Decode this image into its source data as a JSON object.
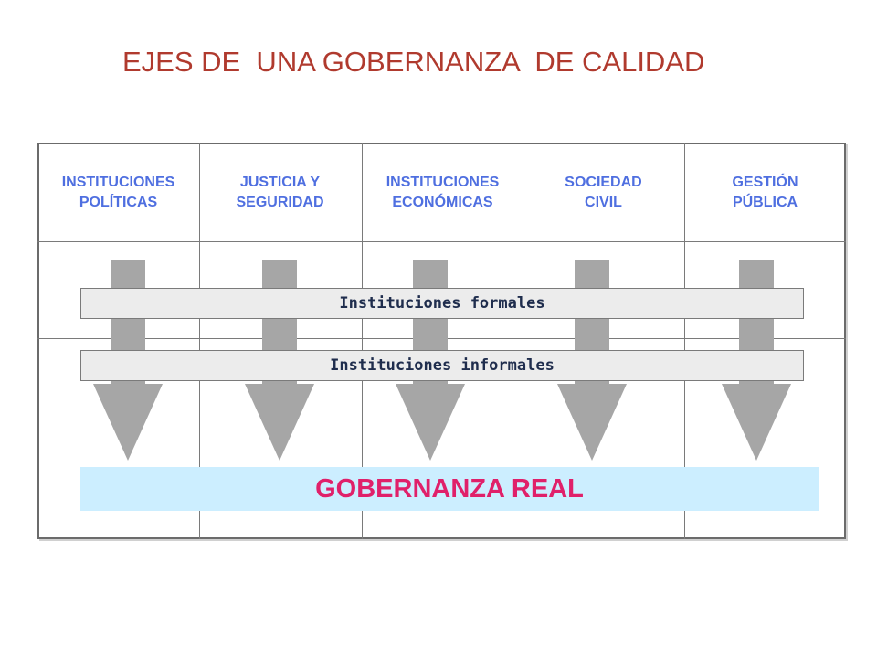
{
  "title": "EJES DE  UNA GOBERNANZA  DE CALIDAD",
  "columns": [
    {
      "label": "INSTITUCIONES\nPOLÍTICAS"
    },
    {
      "label": "JUSTICIA Y\nSEGURIDAD"
    },
    {
      "label": "INSTITUCIONES\nECONÓMICAS"
    },
    {
      "label": "SOCIEDAD\nCIVIL"
    },
    {
      "label": "GESTIÓN\nPÚBLICA"
    }
  ],
  "bands": {
    "formal": "Instituciones formales",
    "informal": "Instituciones informales"
  },
  "result": "GOBERNANZA REAL",
  "colors": {
    "title": "#b03a2e",
    "header_text": "#4f6fe0",
    "arrow": "#a6a6a6",
    "band_bg": "#ececec",
    "result_bg": "#cceeff",
    "result_text": "#e0206a"
  }
}
